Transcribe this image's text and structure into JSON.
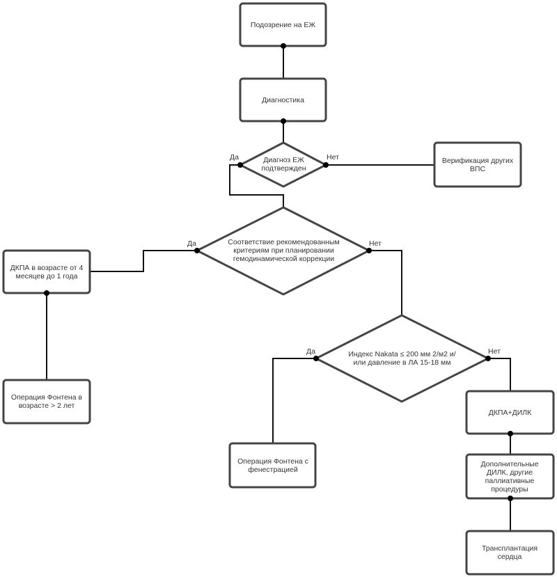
{
  "nodes": {
    "suspicion": "Подозрение на ЕЖ",
    "diagnostics": "Диагностика",
    "decision_confirmed": "Диагноз ЕЖ подтвержден",
    "verify_other": "Верификация других ВПС",
    "decision_criteria": "Соответствие рекомендованным критериям при планировании гемодинамической коррекции",
    "dkpa_age": "ДКПА в возрасте от 4 месяцев до 1 года",
    "fontan_age": "Операция Фонтена в возрасте > 2 лет",
    "decision_nakata": "Индекс Nakata ≤ 200 мм 2/м2 и/или давление в ЛА 15-18 мм",
    "fontan_fenestration": "Операция Фонтена с фенестрацией",
    "dkpa_dilk": "ДКПА+ДИЛК",
    "additional_dilk": "Дополнительные ДИЛК, другие паллиативные процедуры",
    "transplant": "Трансплантация сердца"
  },
  "branches": {
    "yes": "Да",
    "no": "Нет"
  }
}
